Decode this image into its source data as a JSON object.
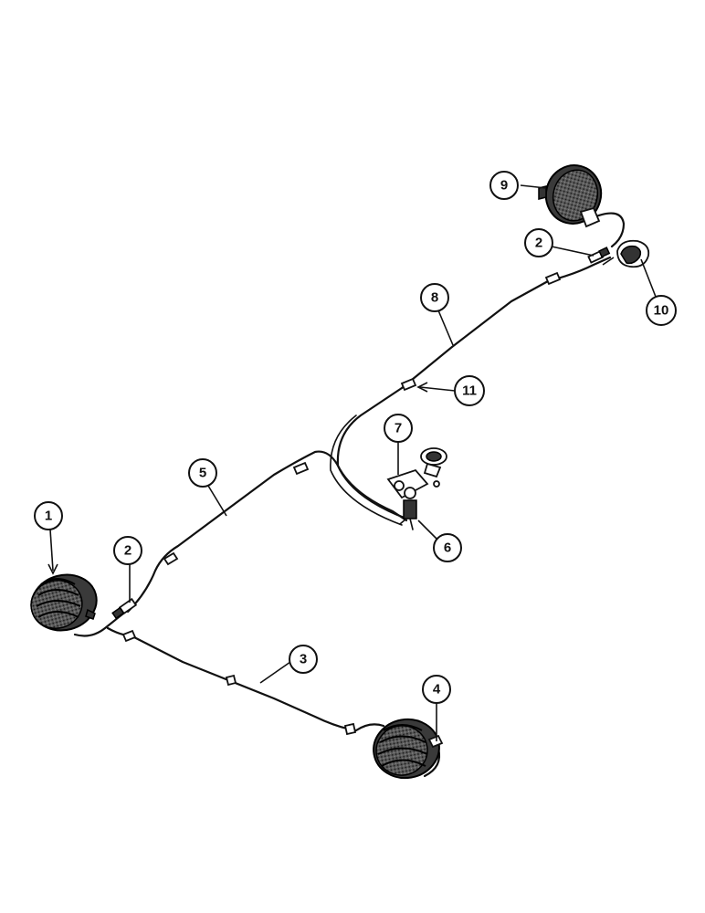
{
  "callouts": [
    {
      "id": "c1",
      "label": "1"
    },
    {
      "id": "c2a",
      "label": "2"
    },
    {
      "id": "c2b",
      "label": "2"
    },
    {
      "id": "c3",
      "label": "3"
    },
    {
      "id": "c4",
      "label": "4"
    },
    {
      "id": "c5",
      "label": "5"
    },
    {
      "id": "c6",
      "label": "6"
    },
    {
      "id": "c7",
      "label": "7"
    },
    {
      "id": "c8",
      "label": "8"
    },
    {
      "id": "c9",
      "label": "9"
    },
    {
      "id": "c10",
      "label": "10"
    },
    {
      "id": "c11",
      "label": "11"
    }
  ]
}
